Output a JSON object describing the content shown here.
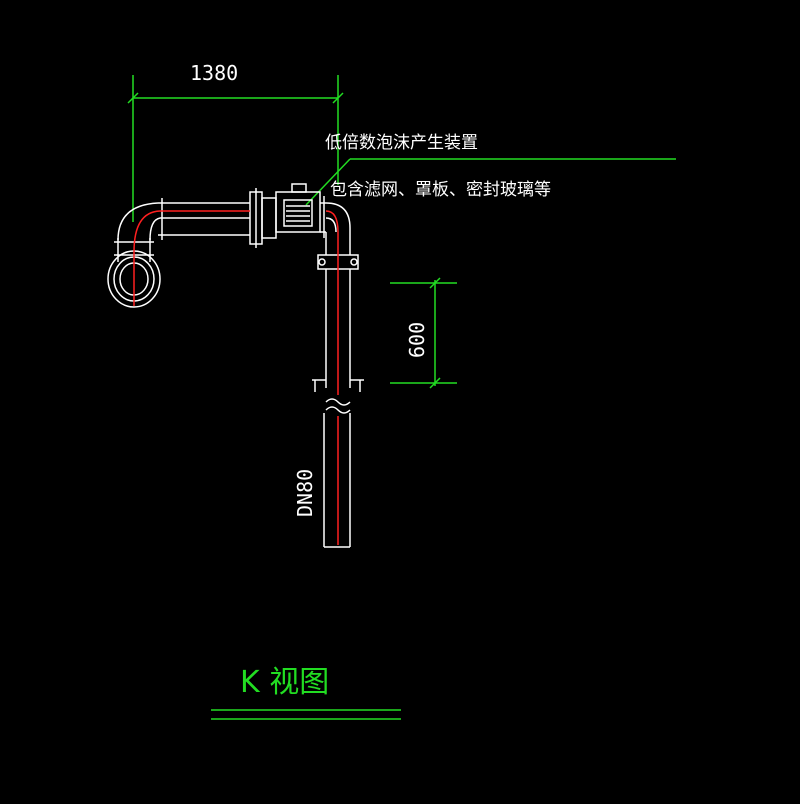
{
  "drawing": {
    "dimension_horizontal": "1380",
    "dimension_vertical": "600",
    "annotation_line1": "低倍数泡沫产生装置",
    "annotation_line2": "包含滤网、罩板、密封玻璃等",
    "pipe_size": "DN80",
    "view_title": "K 视图"
  },
  "colors": {
    "background": "#000000",
    "pipe_outline": "#ffffff",
    "centerline": "#ff2020",
    "dimension": "#22dd22",
    "text": "#ffffff"
  }
}
